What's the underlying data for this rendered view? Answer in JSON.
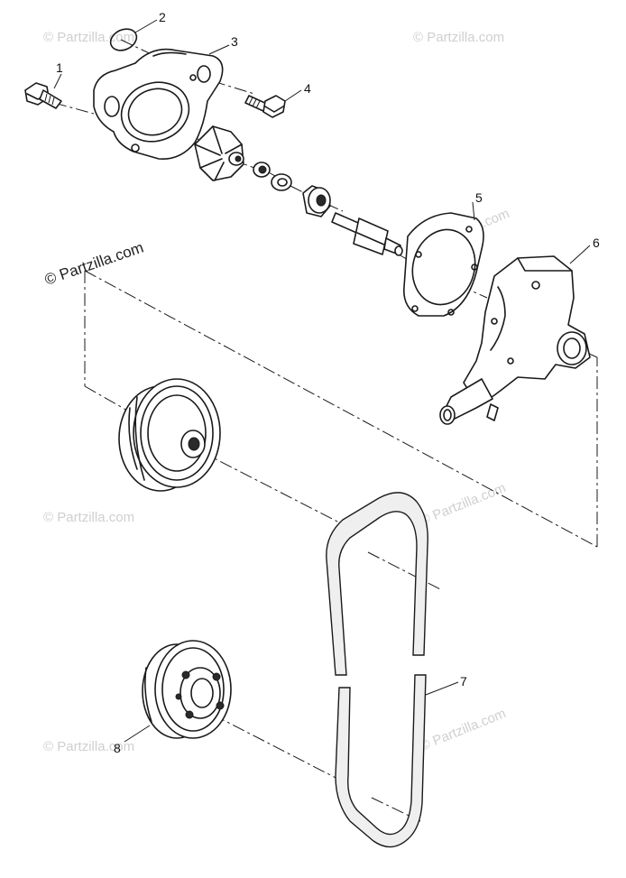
{
  "watermark": {
    "text": "© Partzilla.com",
    "main_text": "© Partzilla.com",
    "color": "#cfcfcf"
  },
  "callouts": [
    "1",
    "2",
    "3",
    "4",
    "5",
    "6",
    "7",
    "8"
  ],
  "colors": {
    "line": "#1a1a1a",
    "background": "#ffffff"
  }
}
